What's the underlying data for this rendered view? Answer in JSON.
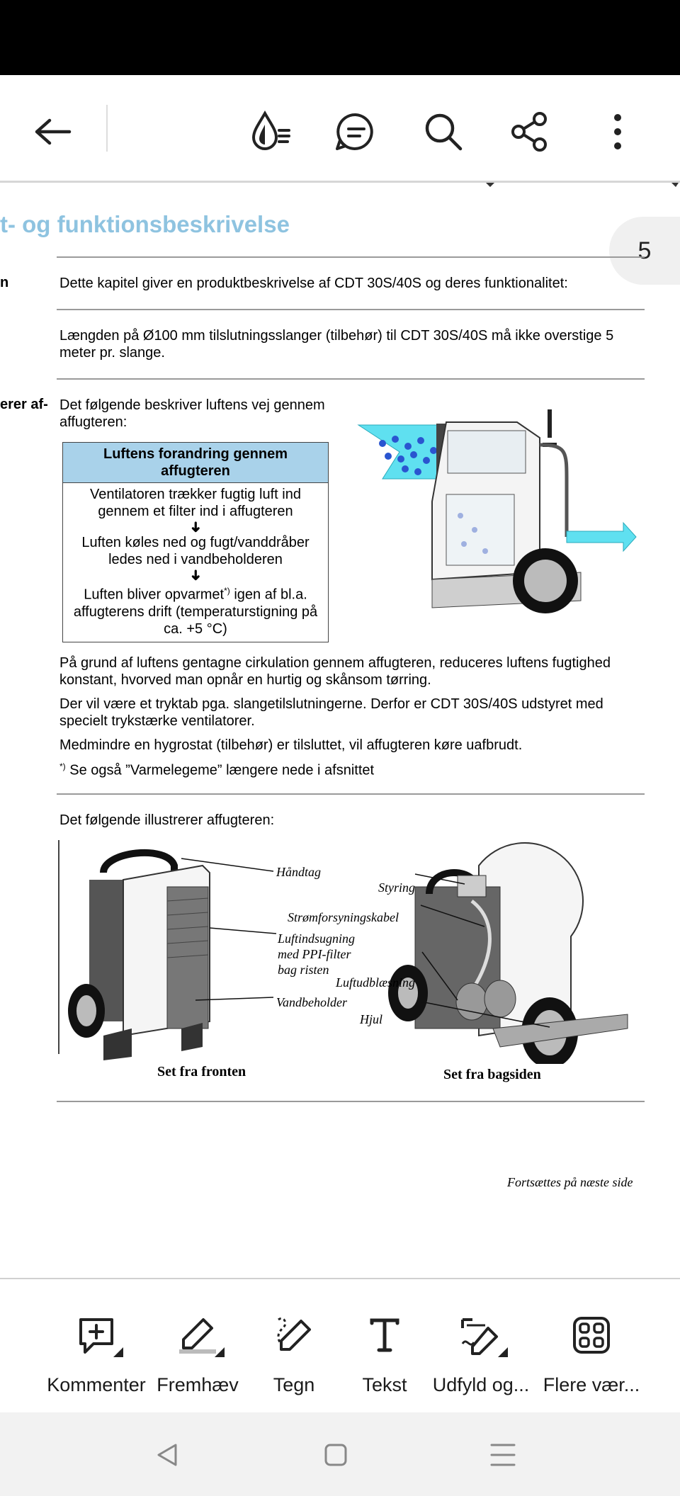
{
  "toolbar": {
    "back_icon": "arrow-left-icon",
    "reading_mode_icon": "liquid-mode-icon",
    "comments_icon": "comments-list-icon",
    "search_icon": "search-icon",
    "share_icon": "share-icon",
    "more_icon": "more-vertical-icon"
  },
  "document": {
    "section_heading": "t- og funktionsbeskrivelse",
    "page_number": "5",
    "side_label_1": "n",
    "paragraph_intro": "Dette kapitel giver en produktbeskrivelse af CDT 30S/40S og deres funktionalitet:",
    "paragraph_hoses": "Længden på Ø100 mm tilslutningsslanger (tilbehør) til CDT 30S/40S må ikke overstige 5 meter pr. slange.",
    "side_label_2": "erer af-",
    "paragraph_air_path": "Det følgende beskriver luftens vej gennem affugteren:",
    "table": {
      "header": "Luftens forandring gennem affugteren",
      "step_1": "Ventilatoren trækker fugtig luft ind gennem et filter ind i affugteren",
      "arrow": "➜",
      "step_2": "Luften køles ned og fugt/vanddråber ledes ned i vandbeholderen",
      "step_3a": "Luften bliver opvarmet",
      "step_3_sup": "*)",
      "step_3b": " igen af bl.a. affugterens drift (temperaturstigning på ca. +5 °C)"
    },
    "paragraph_circulation": "På grund af luftens gentagne cirkulation gennem affugteren, reduceres luftens fugtighed konstant, hvorved man opnår en hurtig og skånsom tørring.",
    "paragraph_pressure": "Der vil være et tryktab pga. slangetilslutningerne. Derfor er CDT 30S/40S udstyret med specielt trykstærke ventilatorer.",
    "paragraph_hygrostat": "Medmindre en hygrostat (tilbehør) er tilsluttet, vil affugteren køre uafbrudt.",
    "footnote_mark": "*)",
    "footnote_text": " Se også ”Varmelegeme” længere nede i afsnittet",
    "paragraph_illustrates": "Det følgende illustrerer affugteren:",
    "front_labels": {
      "handle": "Håndtag",
      "air_intake": "Luftindsugning",
      "air_intake_2": "med PPI-filter",
      "air_intake_3": "bag risten",
      "water_tank": "Vandbeholder"
    },
    "back_labels": {
      "control": "Styring",
      "power_cable": "Strømforsyningskabel",
      "air_outlet": "Luftudblæsning",
      "wheel": "Hjul"
    },
    "view_front": "Set fra fronten",
    "view_back": "Set fra bagsiden",
    "continued": "Fortsættes på næste side"
  },
  "bottom_tools": [
    {
      "label": "Kommenter",
      "icon": "add-comment-icon"
    },
    {
      "label": "Fremhæv",
      "icon": "highlight-pen-icon"
    },
    {
      "label": "Tegn",
      "icon": "draw-pencil-icon"
    },
    {
      "label": "Tekst",
      "icon": "text-icon"
    },
    {
      "label": "Udfyld og...",
      "icon": "fill-sign-icon"
    },
    {
      "label": "Flere vær...",
      "icon": "more-tools-grid-icon"
    }
  ],
  "nav": {
    "back_icon": "nav-back-icon",
    "home_icon": "nav-home-icon",
    "recents_icon": "nav-recents-icon"
  },
  "colors": {
    "heading_blue": "#8ec3e0",
    "table_header_blue": "#a9d2ea",
    "airflow_cyan": "#5fe0f0"
  }
}
